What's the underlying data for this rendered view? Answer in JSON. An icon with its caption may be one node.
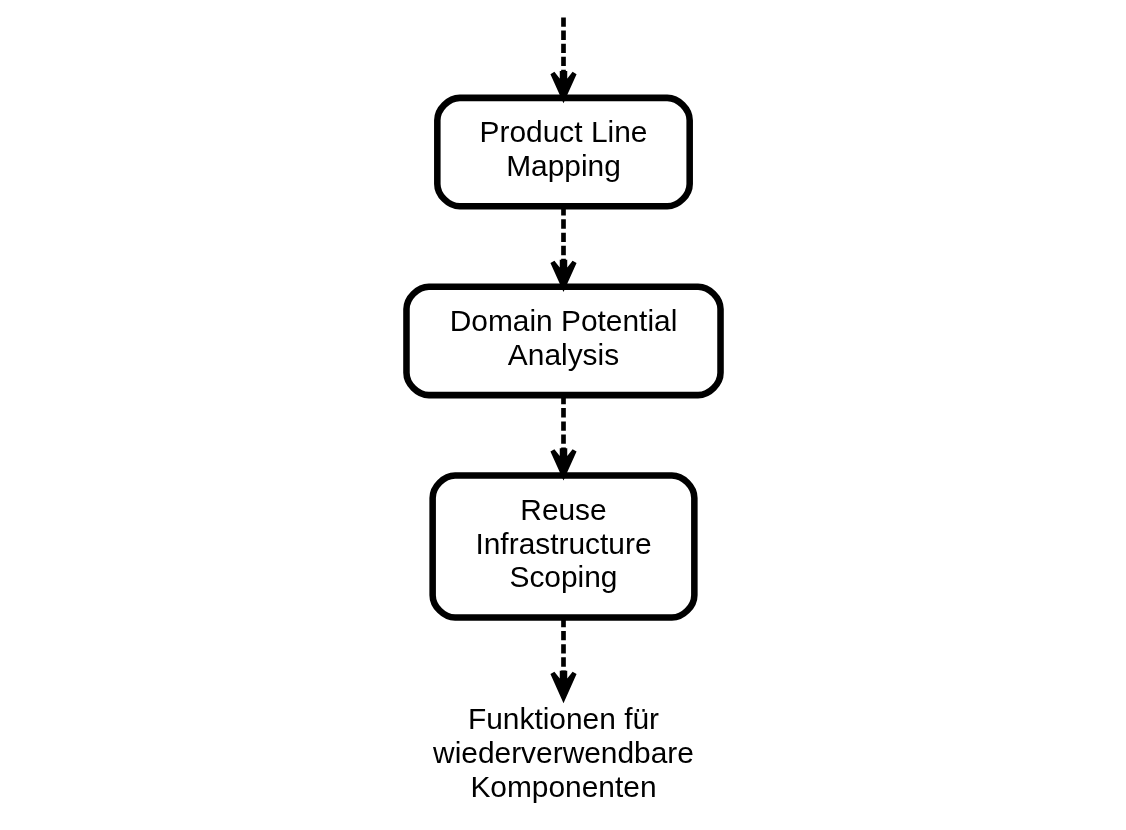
{
  "diagram": {
    "nodes": [
      {
        "text": [
          "Product Line Mapping"
        ]
      },
      {
        "text": [
          "Domain Potential Analysis"
        ]
      },
      {
        "text": [
          "Reuse Infrastructure Scoping"
        ]
      },
      {
        "text": [
          "Funktionen für wiederverwendbare Komponenten"
        ]
      }
    ],
    "edges": [
      {
        "from": null,
        "to": 0,
        "arrow": "to",
        "style": "dashed"
      },
      {
        "from": 0,
        "to": 1,
        "arrow": "to",
        "style": "dashed"
      },
      {
        "from": 1,
        "to": 2,
        "arrow": "to",
        "style": "dashed"
      },
      {
        "from": 2,
        "to": 3,
        "arrow": "to",
        "style": "dashed"
      }
    ]
  }
}
